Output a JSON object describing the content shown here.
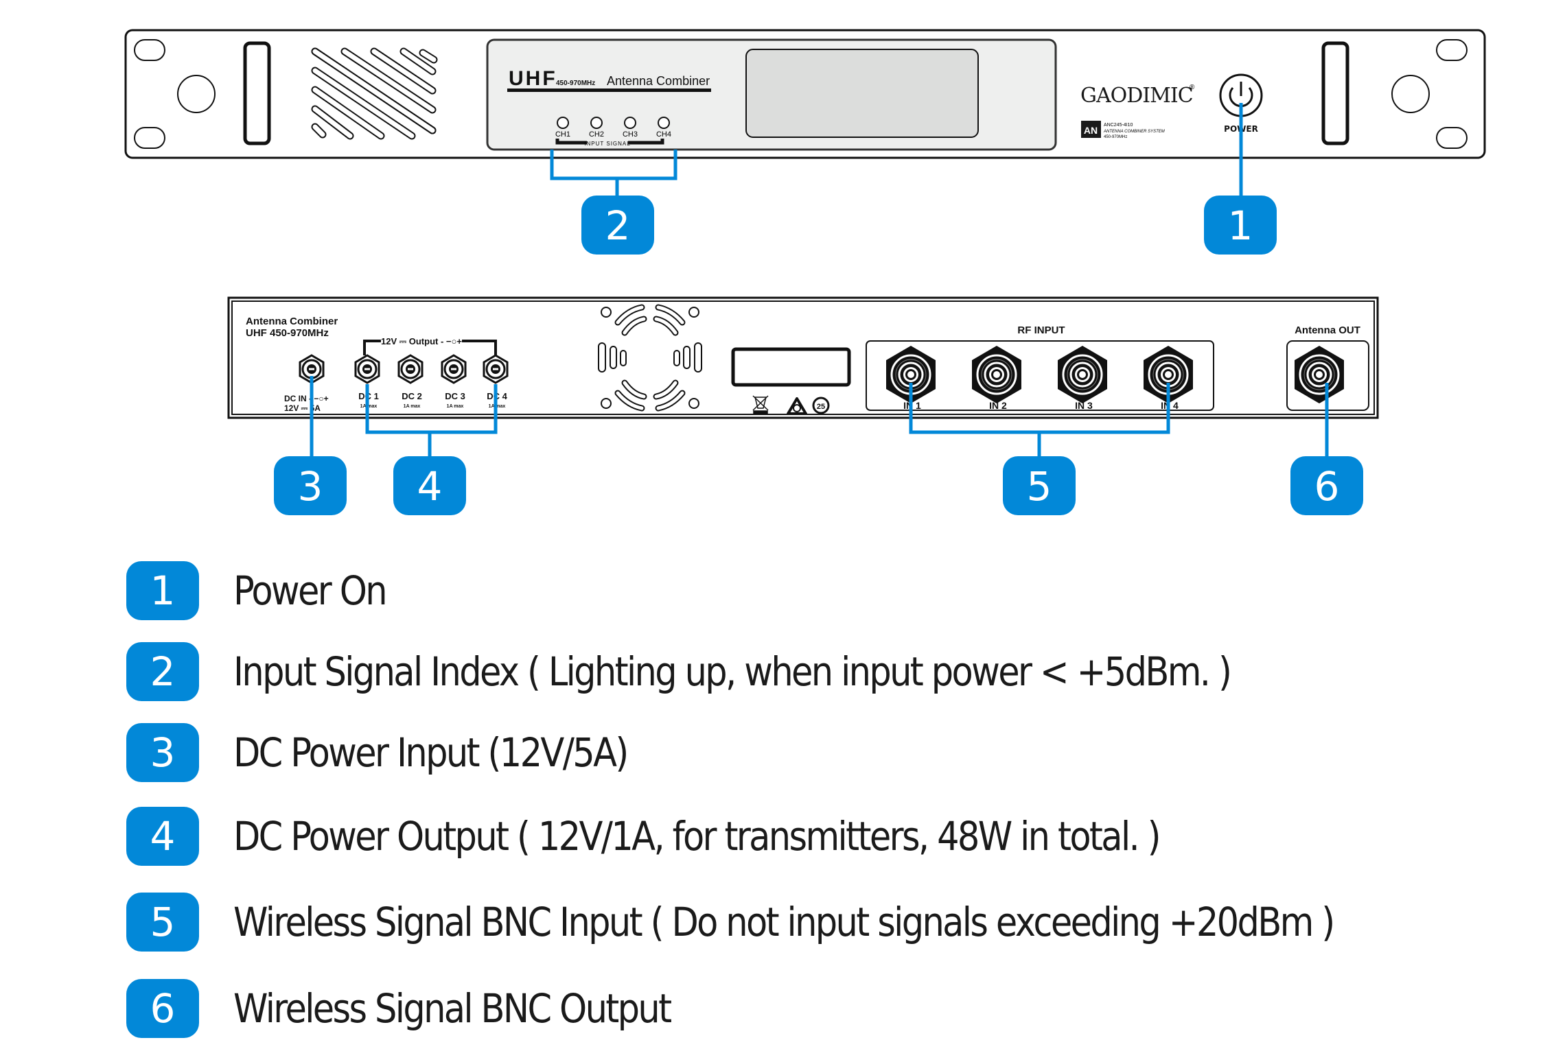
{
  "front_panel": {
    "model_heading": "UHF",
    "frequency_range": "450-970MHz",
    "product_name": "Antenna Combiner",
    "leds": [
      {
        "label": "CH1"
      },
      {
        "label": "CH2"
      },
      {
        "label": "CH3"
      },
      {
        "label": "CH4"
      }
    ],
    "led_group_label": "INPUT SIGNAL",
    "brand": "GAODIMIC",
    "brand_mark": "®",
    "badge_text": "AN",
    "model_number": "ANC245-4I10",
    "model_description": "ANTENNA COMBINER SYSTEM",
    "model_frequency": "450-970MHz",
    "power_label": "POWER"
  },
  "rear_panel": {
    "title_line1": "Antenna Combiner",
    "title_line2": "UHF 450-970MHz",
    "dc_in_line1": "DC IN - −○+",
    "dc_in_line2": "12V ⎓ 5A",
    "dc_output_group_label": "12V ⎓ Output - −○+",
    "dc_outputs": [
      {
        "label": "DC 1",
        "rating": "1A max"
      },
      {
        "label": "DC 2",
        "rating": "1A max"
      },
      {
        "label": "DC 3",
        "rating": "1A max"
      },
      {
        "label": "DC 4",
        "rating": "1A max"
      }
    ],
    "rf_input_label": "RF INPUT",
    "rf_inputs": [
      {
        "label": "IN 1"
      },
      {
        "label": "IN 2"
      },
      {
        "label": "IN 3"
      },
      {
        "label": "IN 4"
      }
    ],
    "antenna_out_label": "Antenna OUT",
    "cert_icons": [
      "weee-icon",
      "rcm-icon",
      "recycle-25-icon"
    ],
    "cert_25_text": "25"
  },
  "callouts": [
    {
      "number": "1"
    },
    {
      "number": "2"
    },
    {
      "number": "3"
    },
    {
      "number": "4"
    },
    {
      "number": "5"
    },
    {
      "number": "6"
    }
  ],
  "legend": [
    {
      "number": "1",
      "text": "Power On"
    },
    {
      "number": "2",
      "text": "Input  Signal Index ( Lighting up, when input power < +5dBm. )"
    },
    {
      "number": "3",
      "text": "DC Power Input (12V/5A)"
    },
    {
      "number": "4",
      "text": "DC Power Output ( 12V/1A, for transmitters, 48W in total. )"
    },
    {
      "number": "5",
      "text": "Wireless Signal BNC Input ( Do not input signals exceeding +20dBm )"
    },
    {
      "number": "6",
      "text": "Wireless Signal BNC Output"
    }
  ],
  "colors": {
    "callout_blue": "#0288d8",
    "panel_gray": "#eeefee",
    "display_gray": "#dcdddc"
  }
}
